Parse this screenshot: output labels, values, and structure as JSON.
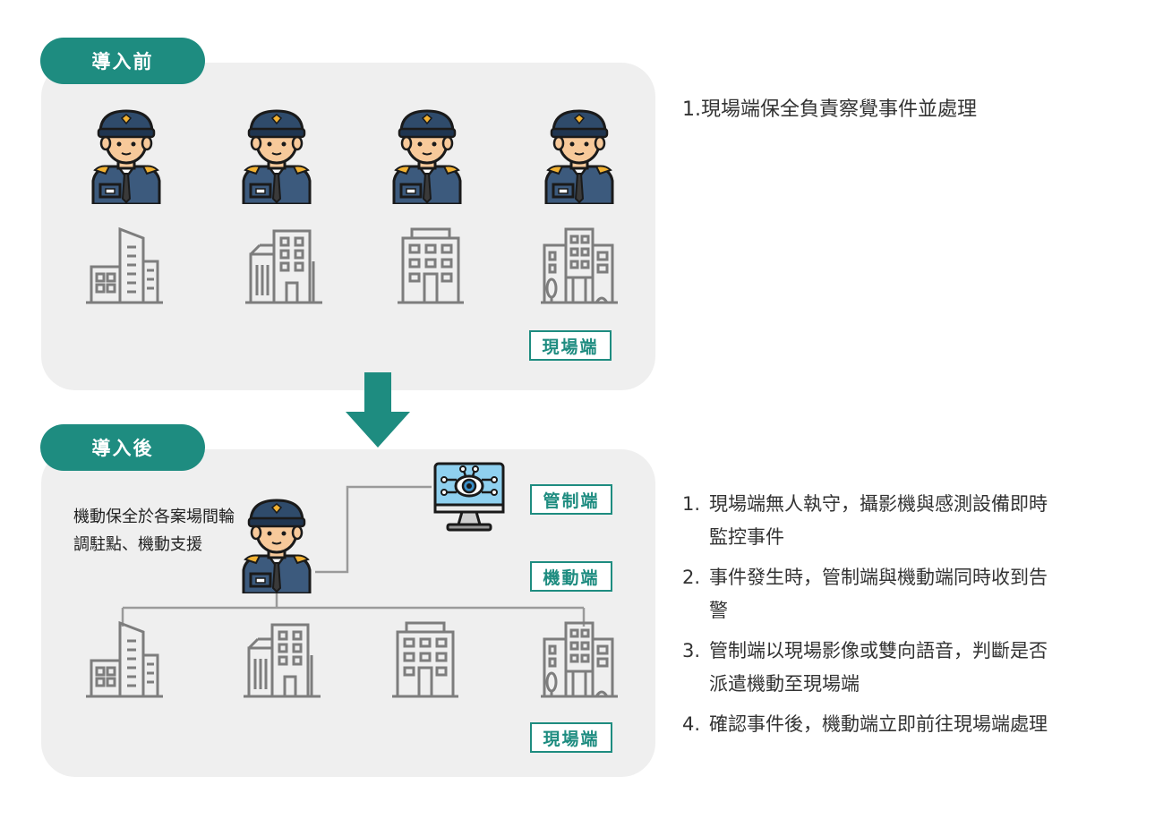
{
  "colors": {
    "teal": "#1e8c80",
    "panel": "#efefef",
    "line": "#9a9a9a",
    "guard_uniform": "#3c5a7d",
    "guard_hat": "#2f4b6b",
    "skin": "#f7c99a",
    "building": "#7d7d7d"
  },
  "before": {
    "title": "導入前",
    "site_tag": "現場端",
    "description": "1.現場端保全負責察覺事件並處理",
    "icons": [
      "guard-icon",
      "guard-icon",
      "guard-icon",
      "guard-icon",
      "building-icon",
      "building-icon",
      "building-icon",
      "building-icon"
    ]
  },
  "after": {
    "title": "導入後",
    "control_tag": "管制端",
    "mobile_tag": "機動端",
    "site_tag": "現場端",
    "mobile_note": "機動保全於各案場間輪調駐點、機動支援",
    "steps": [
      {
        "num": "1.",
        "text": "現場端無人執守，攝影機與感測設備即時監控事件"
      },
      {
        "num": "2.",
        "text": "事件發生時，管制端與機動端同時收到告警"
      },
      {
        "num": "3.",
        "text": "管制端以現場影像或雙向語音，判斷是否派遣機動至現場端"
      },
      {
        "num": "4.",
        "text": "確認事件後，機動端立即前往現場端處理"
      }
    ],
    "icons": [
      "guard-icon",
      "monitor-eye-icon",
      "building-icon",
      "building-icon",
      "building-icon",
      "building-icon"
    ]
  }
}
